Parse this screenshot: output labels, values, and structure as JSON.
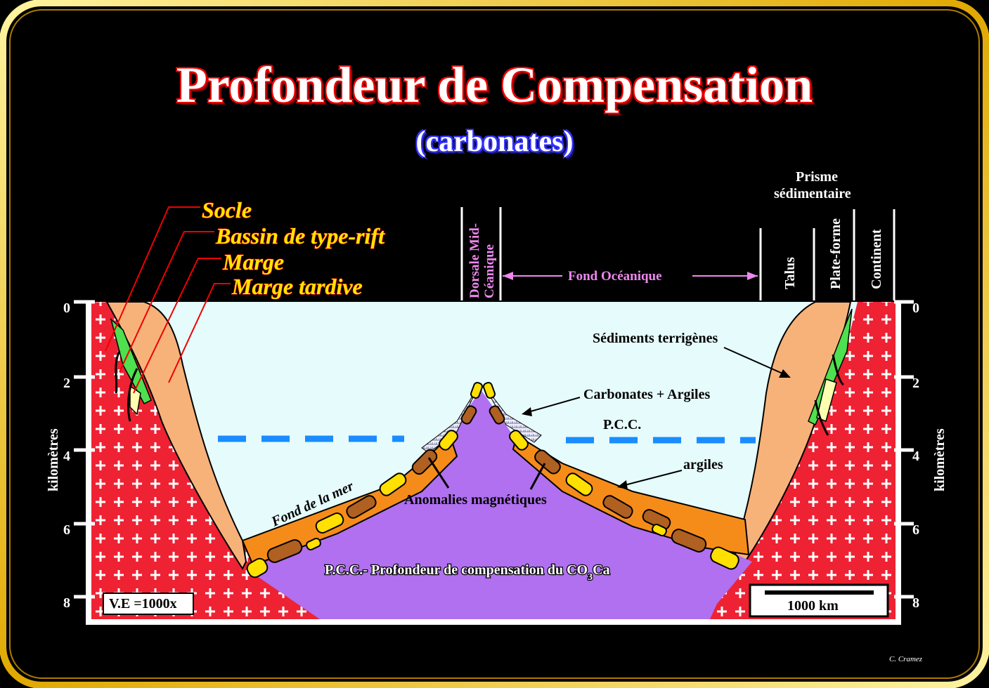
{
  "title": "Profondeur de Compensation",
  "subtitle": "(carbonates)",
  "labels": {
    "socle": "Socle",
    "bassin": "Bassin de type-rift",
    "marge": "Marge",
    "marge_tardive": "Marge tardive",
    "dorsale_1": "Dorsale Mid-",
    "dorsale_2": "Céanique",
    "fond_oceanique": "Fond Océanique",
    "prisme_1": "Prisme",
    "prisme_2": "sédimentaire",
    "talus": "Talus",
    "plate_forme": "Plate-forme",
    "continent": "Continent",
    "sediments_terrigenes": "Sédiments terrigènes",
    "carbonates_argiles": "Carbonates + Argiles",
    "pcc": "P.C.C.",
    "argiles": "argiles",
    "anomalies": "Anomalies magnétiques",
    "fond_mer": "Fond de la mer",
    "pcc_def_1": "P.C.C.- Profondeur de compensation du CO",
    "pcc_def_sub": "3",
    "pcc_def_2": "Ca",
    "ve": "V.E  =1000x",
    "scale": "1000 km",
    "y_axis": "kilomètres",
    "credit": "C. Cramez"
  },
  "axis": {
    "ticks": [
      "0",
      "2",
      "4",
      "6",
      "8"
    ],
    "unit": "kilomètres"
  },
  "colors": {
    "frame_gold": "#f5c400",
    "ocean": "#e6fbfb",
    "crust_red": "#ee2233",
    "sediment_tan": "#f7b27a",
    "clay_orange": "#f58c1a",
    "oceanic_crust": "#b070f0",
    "pcc_line": "#1a8cff",
    "magnetic_label": "#e8e"
  }
}
